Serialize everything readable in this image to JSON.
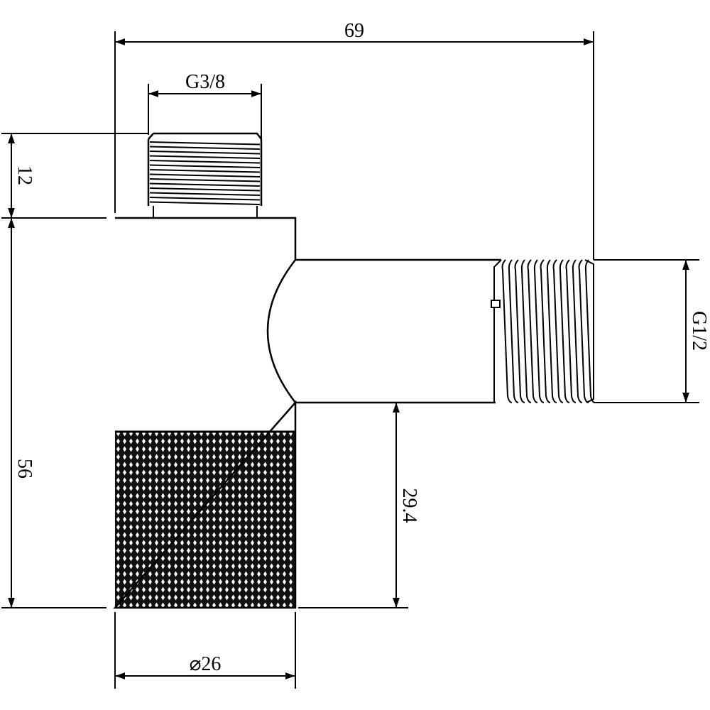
{
  "dimensions": {
    "overall_width": "69",
    "top_thread": "G3/8",
    "top_thread_height": "12",
    "body_height": "56",
    "side_thread": "G1/2",
    "outlet_height": "29.4",
    "diameter": "⌀26"
  },
  "colors": {
    "line": "#000000",
    "background": "#ffffff",
    "knurl": "#111111"
  }
}
